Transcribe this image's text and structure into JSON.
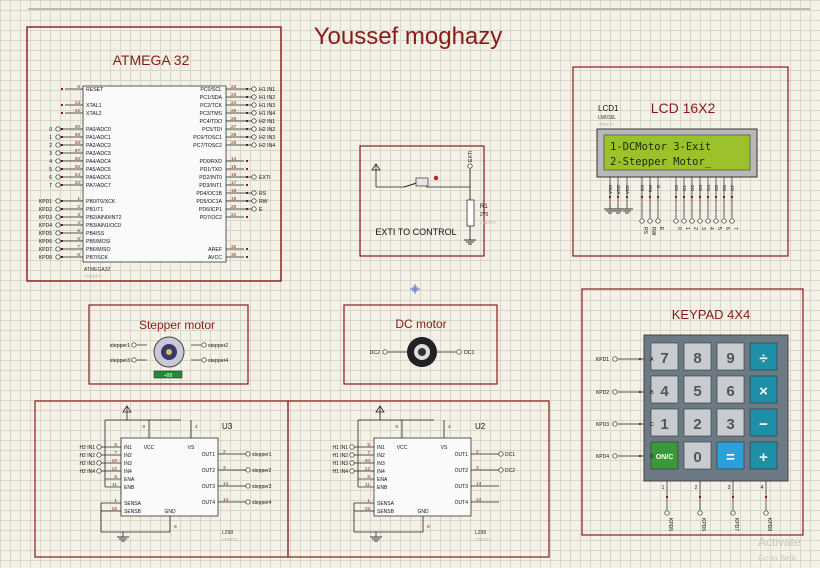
{
  "title": "Youssef moghazy",
  "mcu": {
    "heading": "ATMEGA 32",
    "part": "ATMEGA32",
    "text_tag": "<TEXT>",
    "left_pins": [
      {
        "n": "9",
        "name": "RESET"
      },
      {
        "n": "13",
        "name": "XTAL1"
      },
      {
        "n": "12",
        "name": "XTAL2"
      },
      {
        "n": "40",
        "name": "PA0/ADC0",
        "net": "0"
      },
      {
        "n": "39",
        "name": "PA1/ADC1",
        "net": "1"
      },
      {
        "n": "38",
        "name": "PA2/ADC2",
        "net": "2"
      },
      {
        "n": "37",
        "name": "PA3/ADC3",
        "net": "3"
      },
      {
        "n": "36",
        "name": "PA4/ADC4",
        "net": "4"
      },
      {
        "n": "35",
        "name": "PA5/ADC5",
        "net": "5"
      },
      {
        "n": "34",
        "name": "PA6/ADC6",
        "net": "6"
      },
      {
        "n": "33",
        "name": "PA7/ADC7",
        "net": "7"
      },
      {
        "n": "1",
        "name": "PB0/T0/XCK",
        "net": "KPD1"
      },
      {
        "n": "2",
        "name": "PB1/T1",
        "net": "KPD2"
      },
      {
        "n": "3",
        "name": "PB2/AIN0/INT2",
        "net": "KPD3"
      },
      {
        "n": "4",
        "name": "PB3/AIN1/OC0",
        "net": "KPD4"
      },
      {
        "n": "5",
        "name": "PB4/SS",
        "net": "KPD5"
      },
      {
        "n": "6",
        "name": "PB5/MOSI",
        "net": "KPD6"
      },
      {
        "n": "7",
        "name": "PB6/MISO",
        "net": "KPD7"
      },
      {
        "n": "8",
        "name": "PB7/SCK",
        "net": "KPD8"
      }
    ],
    "right_pins": [
      {
        "n": "22",
        "name": "PC0/SCL",
        "net": "H1 IN1"
      },
      {
        "n": "23",
        "name": "PC1/SDA",
        "net": "H1 IN2"
      },
      {
        "n": "24",
        "name": "PC2/TCK",
        "net": "H1 IN3"
      },
      {
        "n": "25",
        "name": "PC3/TMS",
        "net": "H1 IN4"
      },
      {
        "n": "26",
        "name": "PC4/TDO",
        "net": "H2 IN1"
      },
      {
        "n": "27",
        "name": "PC5/TDI",
        "net": "H2 IN2"
      },
      {
        "n": "28",
        "name": "PC6/TOSC1",
        "net": "H2 IN3"
      },
      {
        "n": "29",
        "name": "PC7/TOSC2",
        "net": "H2 IN4"
      },
      {
        "n": "14",
        "name": "PD0/RXD"
      },
      {
        "n": "15",
        "name": "PD1/TXD"
      },
      {
        "n": "16",
        "name": "PD2/INT0",
        "net": "EXTI"
      },
      {
        "n": "17",
        "name": "PD3/INT1"
      },
      {
        "n": "18",
        "name": "PD4/OC1B",
        "net": "RS"
      },
      {
        "n": "19",
        "name": "PD5/OC1A",
        "net": "RW"
      },
      {
        "n": "20",
        "name": "PD6/ICP1",
        "net": "E"
      },
      {
        "n": "21",
        "name": "PD7/OC2"
      },
      {
        "n": "32",
        "name": "AREF"
      },
      {
        "n": "30",
        "name": "AVCC"
      }
    ]
  },
  "exti": {
    "label": "EXTI TO CONTROL",
    "net": "EXTI",
    "resistor": "R1",
    "value": "270",
    "text_tag": "<TEXT>"
  },
  "lcd": {
    "heading": "LCD 16X2",
    "ref": "LCD1",
    "part": "LM016L",
    "text_tag": "<TEXT>",
    "line1": "1-DCMotor 3-Exit",
    "line2": "2-Stepper Motor_",
    "top_pins": [
      "VSS",
      "VDD",
      "VEE",
      "RS",
      "RW",
      "E",
      "D0",
      "D1",
      "D2",
      "D3",
      "D4",
      "D5",
      "D6",
      "D7"
    ],
    "nets": [
      "RS",
      "RW",
      "E",
      "0",
      "1",
      "2",
      "3",
      "4",
      "5",
      "6",
      "7"
    ]
  },
  "stepper": {
    "heading": "Stepper  motor",
    "pins": [
      "stepper1",
      "stepper2",
      "stepper3",
      "stepper4"
    ],
    "value": "+88"
  },
  "dc": {
    "heading": "DC  motor",
    "pins": [
      "DC2",
      "DC1"
    ]
  },
  "keypad": {
    "heading": "KEYPAD 4X4",
    "rows": [
      {
        "net": "KPD1",
        "letter": "A"
      },
      {
        "net": "KPD2",
        "letter": "B"
      },
      {
        "net": "KPD3",
        "letter": "C"
      },
      {
        "net": "KPD4",
        "letter": "D"
      }
    ],
    "cols": [
      "KPD5",
      "KPD6",
      "KPD7",
      "KPD8"
    ],
    "col_nums": [
      "1",
      "2",
      "3",
      "4"
    ],
    "keys": [
      [
        "7",
        "8",
        "9",
        "÷"
      ],
      [
        "4",
        "5",
        "6",
        "×"
      ],
      [
        "1",
        "2",
        "3",
        "−"
      ],
      [
        "ON/C",
        "0",
        "=",
        "+"
      ]
    ]
  },
  "driver_u3": {
    "ref": "U3",
    "part": "L298",
    "text_tag": "<TEXT>",
    "inputs": [
      {
        "net": "H2 IN1",
        "n": "5",
        "name": "IN1"
      },
      {
        "net": "H2 IN2",
        "n": "7",
        "name": "IN2"
      },
      {
        "net": "H2 IN3",
        "n": "10",
        "name": "IN3"
      },
      {
        "net": "H2 IN4",
        "n": "12",
        "name": "IN4"
      }
    ],
    "ena": [
      {
        "n": "6",
        "name": "ENA"
      },
      {
        "n": "11",
        "name": "ENB"
      }
    ],
    "sense": [
      {
        "n": "1",
        "name": "SENSA"
      },
      {
        "n": "15",
        "name": "SENSB"
      }
    ],
    "outputs": [
      {
        "n": "2",
        "name": "OUT1",
        "net": "stepper1"
      },
      {
        "n": "3",
        "name": "OUT2",
        "net": "stepper2"
      },
      {
        "n": "13",
        "name": "OUT3",
        "net": "stepper3"
      },
      {
        "n": "14",
        "name": "OUT4",
        "net": "stepper4"
      }
    ],
    "vcc": "VCC",
    "vs": "VS",
    "gnd": "GND",
    "vcc_pin": "9",
    "vs_pin": "4",
    "gnd_pin": "8"
  },
  "driver_u2": {
    "ref": "U2",
    "part": "L298",
    "text_tag": "<TEXT>",
    "inputs": [
      {
        "net": "H1 IN1",
        "n": "5",
        "name": "IN1"
      },
      {
        "net": "H1 IN2",
        "n": "7",
        "name": "IN2"
      },
      {
        "net": "H1 IN3",
        "n": "10",
        "name": "IN3"
      },
      {
        "net": "H1 IN4",
        "n": "12",
        "name": "IN4"
      }
    ],
    "ena": [
      {
        "n": "6",
        "name": "ENA"
      },
      {
        "n": "11",
        "name": "ENB"
      }
    ],
    "sense": [
      {
        "n": "1",
        "name": "SENSA"
      },
      {
        "n": "15",
        "name": "SENSB"
      }
    ],
    "outputs": [
      {
        "n": "2",
        "name": "OUT1",
        "net": "DC1"
      },
      {
        "n": "3",
        "name": "OUT2",
        "net": "DC2"
      },
      {
        "n": "13",
        "name": "OUT3"
      },
      {
        "n": "14",
        "name": "OUT4"
      }
    ],
    "vcc": "VCC",
    "vs": "VS",
    "gnd": "GND",
    "vcc_pin": "9",
    "vs_pin": "4",
    "gnd_pin": "8"
  },
  "watermark": "Activate\nGo to Setti",
  "colors": {
    "border": "#8b1a1a",
    "heading": "#8b1a1a",
    "chip": "#c9c9c9",
    "lcd_screen": "#9bc22a",
    "keypad_body": "#6b7a84"
  }
}
